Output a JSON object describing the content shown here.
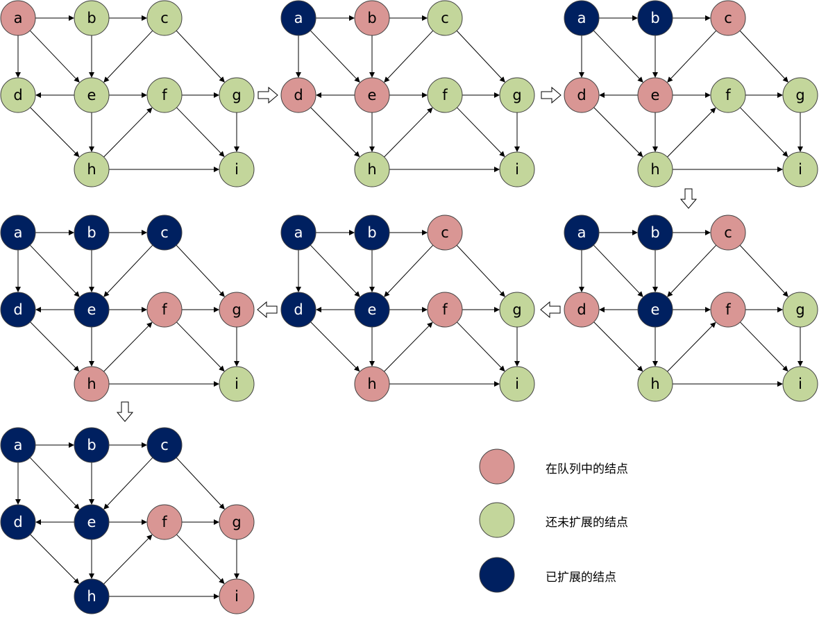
{
  "colors": {
    "queued": "#d99694",
    "unexpanded": "#c3d69b",
    "expanded": "#002060",
    "edge": "#000000"
  },
  "node_labels": [
    "a",
    "b",
    "c",
    "d",
    "e",
    "f",
    "g",
    "h",
    "i"
  ],
  "edges": [
    [
      "a",
      "b"
    ],
    [
      "a",
      "d"
    ],
    [
      "a",
      "e"
    ],
    [
      "b",
      "c"
    ],
    [
      "b",
      "e"
    ],
    [
      "c",
      "e"
    ],
    [
      "c",
      "g"
    ],
    [
      "e",
      "d"
    ],
    [
      "e",
      "f"
    ],
    [
      "e",
      "h"
    ],
    [
      "d",
      "h"
    ],
    [
      "f",
      "g"
    ],
    [
      "f",
      "i"
    ],
    [
      "g",
      "i"
    ],
    [
      "h",
      "f"
    ],
    [
      "h",
      "i"
    ]
  ],
  "states": [
    {
      "a": "queued",
      "b": "unexpanded",
      "c": "unexpanded",
      "d": "unexpanded",
      "e": "unexpanded",
      "f": "unexpanded",
      "g": "unexpanded",
      "h": "unexpanded",
      "i": "unexpanded"
    },
    {
      "a": "expanded",
      "b": "queued",
      "c": "unexpanded",
      "d": "queued",
      "e": "queued",
      "f": "unexpanded",
      "g": "unexpanded",
      "h": "unexpanded",
      "i": "unexpanded"
    },
    {
      "a": "expanded",
      "b": "expanded",
      "c": "queued",
      "d": "queued",
      "e": "queued",
      "f": "unexpanded",
      "g": "unexpanded",
      "h": "unexpanded",
      "i": "unexpanded"
    },
    {
      "a": "expanded",
      "b": "expanded",
      "c": "queued",
      "d": "queued",
      "e": "expanded",
      "f": "queued",
      "g": "unexpanded",
      "h": "unexpanded",
      "i": "unexpanded"
    },
    {
      "a": "expanded",
      "b": "expanded",
      "c": "queued",
      "d": "expanded",
      "e": "expanded",
      "f": "queued",
      "g": "unexpanded",
      "h": "queued",
      "i": "unexpanded"
    },
    {
      "a": "expanded",
      "b": "expanded",
      "c": "expanded",
      "d": "expanded",
      "e": "expanded",
      "f": "queued",
      "g": "queued",
      "h": "queued",
      "i": "unexpanded"
    },
    {
      "a": "expanded",
      "b": "expanded",
      "c": "expanded",
      "d": "expanded",
      "e": "expanded",
      "f": "queued",
      "g": "queued",
      "h": "expanded",
      "i": "queued"
    }
  ],
  "legend": [
    {
      "state": "queued",
      "label": "在队列中的结点"
    },
    {
      "state": "unexpanded",
      "label": "还未扩展的结点"
    },
    {
      "state": "expanded",
      "label": "已扩展的结点"
    }
  ]
}
